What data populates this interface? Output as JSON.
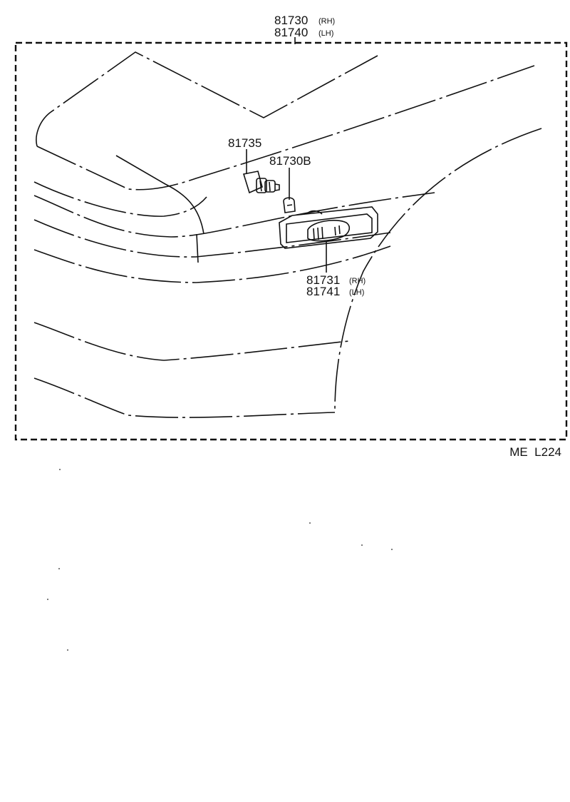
{
  "diagram": {
    "assembly": {
      "rh_number": "81730",
      "rh_side": "(RH)",
      "lh_number": "81740",
      "lh_side": "(LH)"
    },
    "socket_label": "81735",
    "bulb_label": "81730B",
    "lens": {
      "rh_number": "81731",
      "rh_side": "(RH)",
      "lh_number": "81741",
      "lh_side": "(LH)"
    },
    "figure_code": "ME  L224"
  }
}
